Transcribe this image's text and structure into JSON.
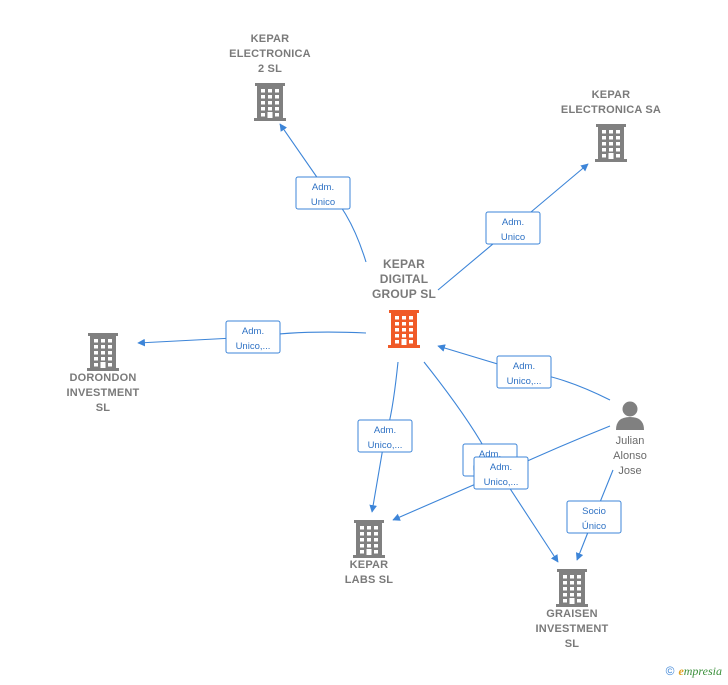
{
  "colors": {
    "edge": "#3d85d8",
    "company": "#808080",
    "main_company": "#f05a28",
    "person": "#808080"
  },
  "nodes": [
    {
      "id": "main",
      "type": "company",
      "main": true,
      "lines": [
        "KEPAR",
        "DIGITAL",
        "GROUP  SL"
      ],
      "icon": "building-icon"
    },
    {
      "id": "e2",
      "type": "company",
      "lines": [
        "KEPAR",
        "ELECTRONICA",
        "2  SL"
      ],
      "icon": "building-icon"
    },
    {
      "id": "esa",
      "type": "company",
      "lines": [
        "KEPAR",
        "ELECTRONICA SA"
      ],
      "icon": "building-icon"
    },
    {
      "id": "dor",
      "type": "company",
      "lines": [
        "DORONDON",
        "INVESTMENT",
        "SL"
      ],
      "icon": "building-icon"
    },
    {
      "id": "labs",
      "type": "company",
      "lines": [
        "KEPAR",
        "LABS  SL"
      ],
      "icon": "building-icon"
    },
    {
      "id": "grai",
      "type": "company",
      "lines": [
        "GRAISEN",
        "INVESTMENT",
        "SL"
      ],
      "icon": "building-icon"
    },
    {
      "id": "jul",
      "type": "person",
      "lines": [
        "Julian",
        "Alonso",
        "Jose"
      ],
      "icon": "person-icon"
    }
  ],
  "edges": [
    {
      "id": "ed1",
      "lines": [
        "Adm.",
        "Unico"
      ]
    },
    {
      "id": "ed2",
      "lines": [
        "Adm.",
        "Unico"
      ]
    },
    {
      "id": "ed3",
      "lines": [
        "Adm.",
        "Unico,..."
      ]
    },
    {
      "id": "ed4",
      "lines": [
        "Adm.",
        "Unico,..."
      ]
    },
    {
      "id": "ed5",
      "lines": [
        "Adm.",
        "Unico,..."
      ]
    },
    {
      "id": "ed6",
      "lines": [
        "Adm.",
        "Unico,..."
      ]
    },
    {
      "id": "ed7",
      "lines": [
        "Adm.",
        "Unico,..."
      ]
    },
    {
      "id": "ed8",
      "lines": [
        "Socio",
        "Único"
      ]
    }
  ],
  "footer": {
    "copyright": "©",
    "brand_initial": "e",
    "brand_rest": "mpresia"
  }
}
